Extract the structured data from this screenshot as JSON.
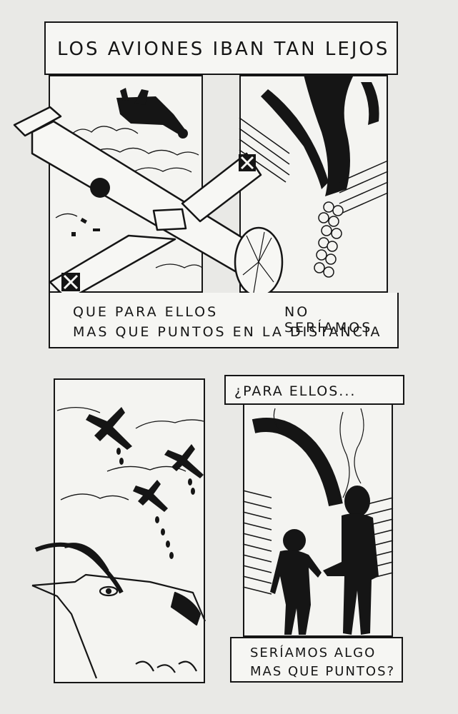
{
  "top_banner": {
    "text": "LOS AVIONES IBAN TAN LEJOS"
  },
  "top_caption": {
    "line1_a": "QUE PARA ELLOS",
    "line1_b": "NO SERÍAMOS",
    "line2": "MAS QUE PUNTOS EN LA DISTANCIA"
  },
  "mid_banner": {
    "text": "¿PARA ELLOS..."
  },
  "bottom_caption": {
    "line1": "SERÍAMOS ALGO",
    "line2": "MAS QUE PUNTOS?"
  },
  "colors": {
    "ink": "#151515",
    "paper": "#f4f4f1",
    "background": "#e9e9e6"
  }
}
